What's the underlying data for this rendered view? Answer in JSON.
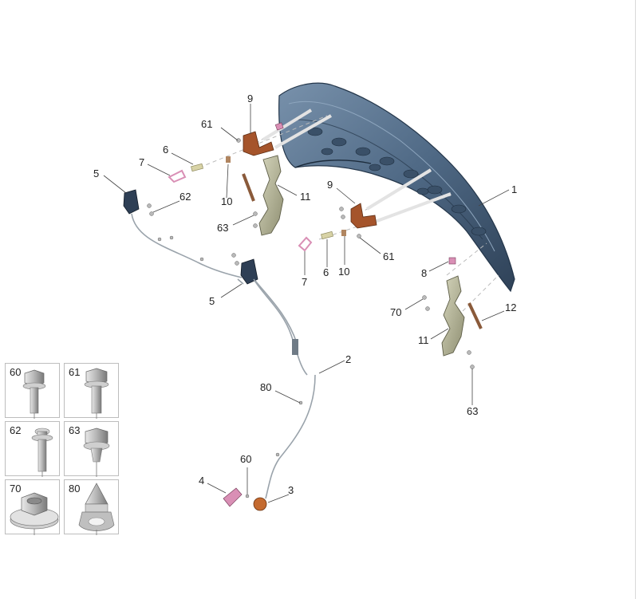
{
  "diagram": {
    "callouts": [
      "1",
      "2",
      "3",
      "4",
      "5",
      "5",
      "6",
      "6",
      "7",
      "7",
      "8",
      "9",
      "9",
      "10",
      "10",
      "11",
      "11",
      "12",
      "60",
      "61",
      "61",
      "62",
      "63",
      "63",
      "70",
      "80"
    ],
    "legend": [
      "60",
      "61",
      "62",
      "63",
      "70",
      "80"
    ],
    "colors": {
      "hood": "#5b7590",
      "hood_dark": "#33475c",
      "hinge": "#b7b79a",
      "bracket": "#a5542b",
      "pink_part": "#d98fb5",
      "latch": "#2e3f55",
      "cable": "#9aa3ab",
      "bolt": "#c7c7c7",
      "leader": "#444444"
    },
    "icons": [
      "hood-panel",
      "hinge-left",
      "hinge-right",
      "latch-left",
      "latch-right",
      "release-cable",
      "release-handle",
      "gas-strut",
      "bolt-60",
      "bolt-61",
      "bolt-62",
      "bolt-63",
      "nut-70",
      "clip-80"
    ]
  }
}
